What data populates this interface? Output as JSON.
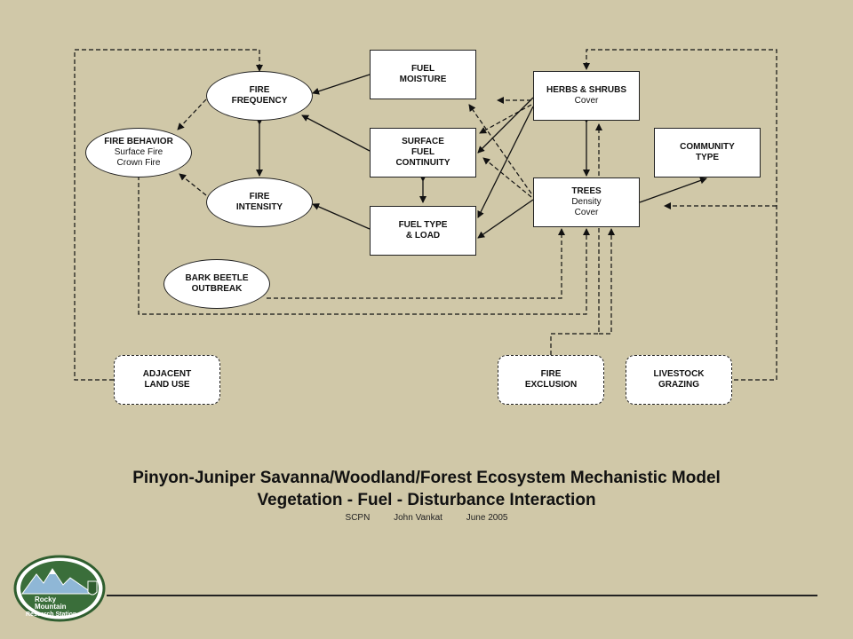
{
  "nodes": {
    "fuel_moisture": [
      "FUEL",
      "MOISTURE"
    ],
    "surface_fuel": [
      "SURFACE",
      "FUEL",
      "CONTINUITY"
    ],
    "fuel_type": [
      "FUEL TYPE",
      "& LOAD"
    ],
    "herbs": {
      "title": "HERBS & SHRUBS",
      "sub": "Cover"
    },
    "trees": {
      "title": "TREES",
      "sub1": "Density",
      "sub2": "Cover"
    },
    "community": [
      "COMMUNITY",
      "TYPE"
    ],
    "fire_frequency": [
      "FIRE",
      "FREQUENCY"
    ],
    "fire_intensity": [
      "FIRE",
      "INTENSITY"
    ],
    "fire_behavior": {
      "title": "FIRE BEHAVIOR",
      "sub1": "Surface Fire",
      "sub2": "Crown Fire"
    },
    "bark_beetle": [
      "BARK BEETLE",
      "OUTBREAK"
    ],
    "adjacent_land": [
      "ADJACENT",
      "LAND USE"
    ],
    "fire_exclusion": [
      "FIRE",
      "EXCLUSION"
    ],
    "livestock": [
      "LIVESTOCK",
      "GRAZING"
    ]
  },
  "title": {
    "line1": "Pinyon-Juniper Savanna/Woodland/Forest Ecosystem Mechanistic Model",
    "line2": "Vegetation - Fuel - Disturbance Interaction"
  },
  "credits": {
    "org": "SCPN",
    "author": "John Vankat",
    "date": "June 2005"
  },
  "logo": {
    "line1": "Rocky",
    "line2": "Mountain",
    "line3": "Research Station"
  },
  "colors": {
    "background": "#d0c8a8",
    "logo_green": "#3a6e3a"
  }
}
